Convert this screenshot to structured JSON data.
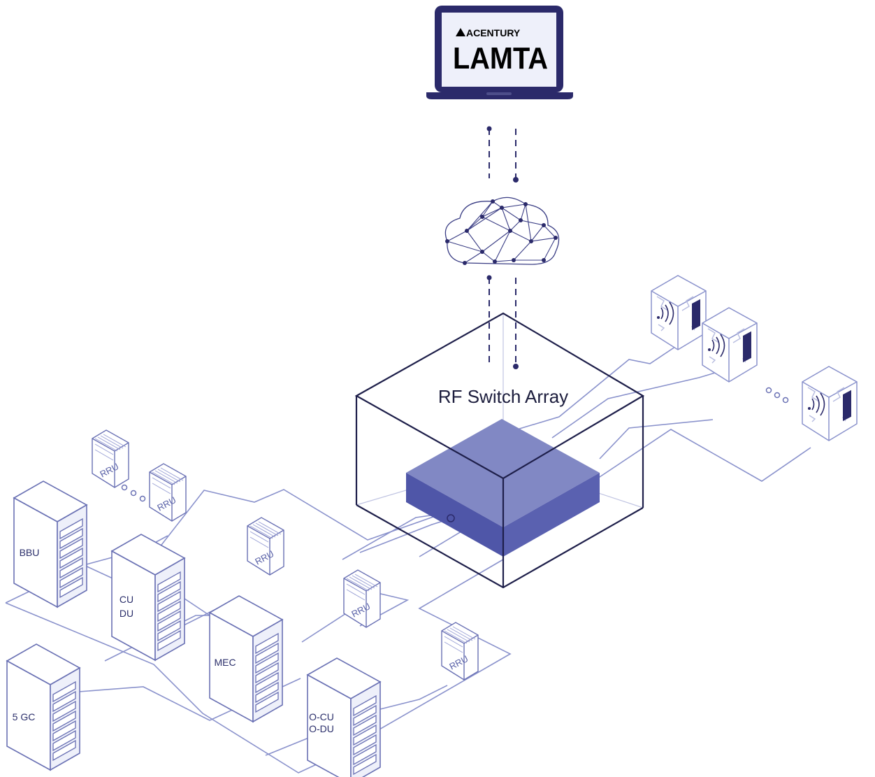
{
  "laptop": {
    "brand_small": "ACENTURY",
    "brand_large": "LAMTA"
  },
  "switch_array": {
    "label": "RF Switch Array"
  },
  "racks": [
    {
      "id": "bbu",
      "label_lines": [
        "BBU"
      ]
    },
    {
      "id": "cudu",
      "label_lines": [
        "CU",
        "DU"
      ]
    },
    {
      "id": "mec",
      "label_lines": [
        "MEC"
      ]
    },
    {
      "id": "5gc",
      "label_lines": [
        "5 GC"
      ]
    },
    {
      "id": "ocudu",
      "label_lines": [
        "O-CU",
        "O-DU"
      ]
    }
  ],
  "rru_label": "RRU",
  "colors": {
    "line": "#8a92cc",
    "dark": "#2b2a6a",
    "box_top": "#8188c4",
    "box_front": "#4f56a8",
    "rack_face": "#eef0fa",
    "rack_stroke": "#6a71b4"
  }
}
